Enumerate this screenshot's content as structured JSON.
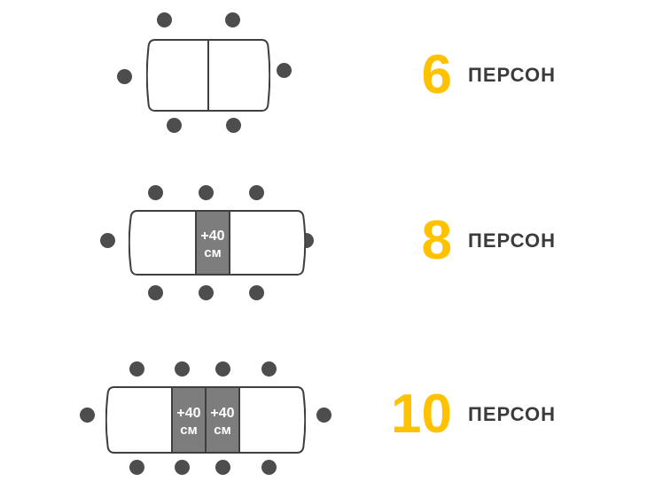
{
  "rows": [
    {
      "capacity": "6",
      "capacity_label": "ПЕРСОН",
      "seat_count": 6,
      "table_sections": 2,
      "inserts": []
    },
    {
      "capacity": "8",
      "capacity_label": "ПЕРСОН",
      "seat_count": 8,
      "table_sections": 3,
      "inserts": [
        {
          "line1": "+40",
          "line2": "см"
        }
      ]
    },
    {
      "capacity": "10",
      "capacity_label": "ПЕРСОН",
      "seat_count": 10,
      "table_sections": 4,
      "inserts": [
        {
          "line1": "+40",
          "line2": "см"
        },
        {
          "line1": "+40",
          "line2": "см"
        }
      ]
    }
  ],
  "colors": {
    "accent_yellow": "#FFC200",
    "seat_dot": "#4D4D4D",
    "table_outline": "#3F3F3F",
    "table_fill": "#FFFFFF",
    "insert_fill": "#7D7D7D",
    "insert_text": "#FFFFFF",
    "label_text": "#3B3B3B",
    "background": "#FFFFFF"
  }
}
